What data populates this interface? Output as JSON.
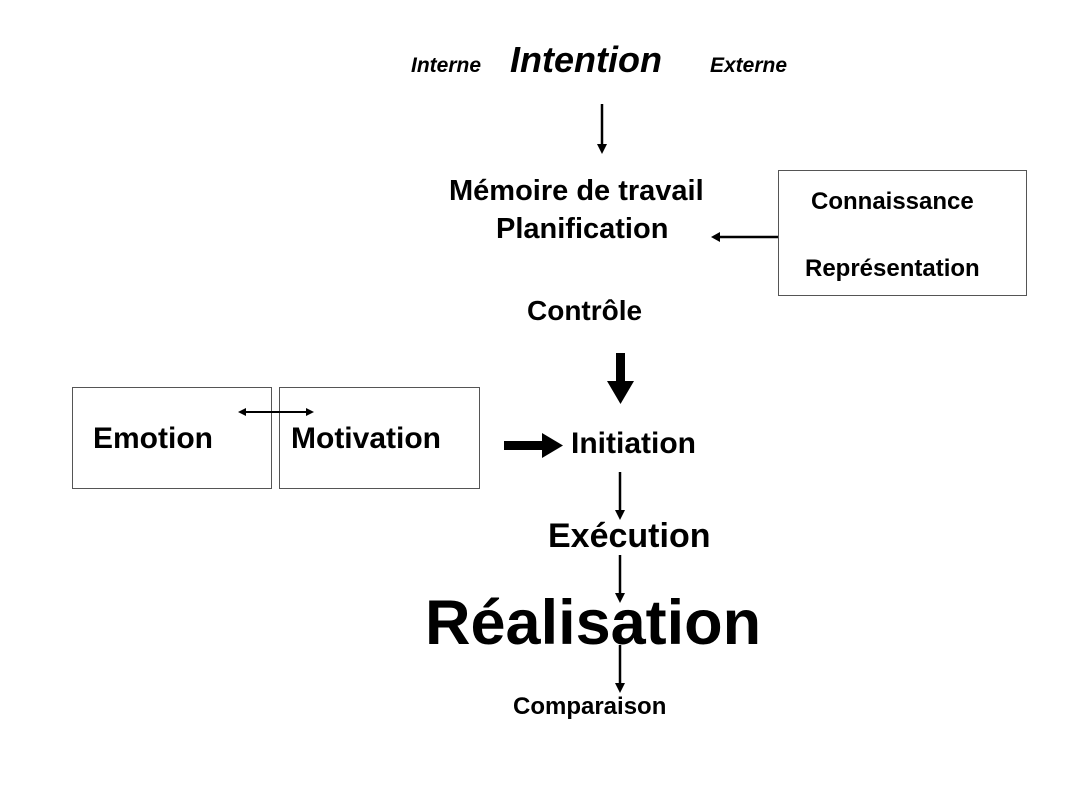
{
  "diagram": {
    "intention": {
      "left_label": "Interne",
      "title": "Intention",
      "right_label": "Externe"
    },
    "memory": {
      "line1": "Mémoire de travail",
      "line2": "Planification"
    },
    "knowledge_box": {
      "line1": "Connaissance",
      "line2": "Représentation"
    },
    "control": "Contrôle",
    "emotion_box": "Emotion",
    "motivation_box": "Motivation",
    "initiation": "Initiation",
    "execution": "Exécution",
    "realisation": "Réalisation",
    "comparison": "Comparaison"
  }
}
